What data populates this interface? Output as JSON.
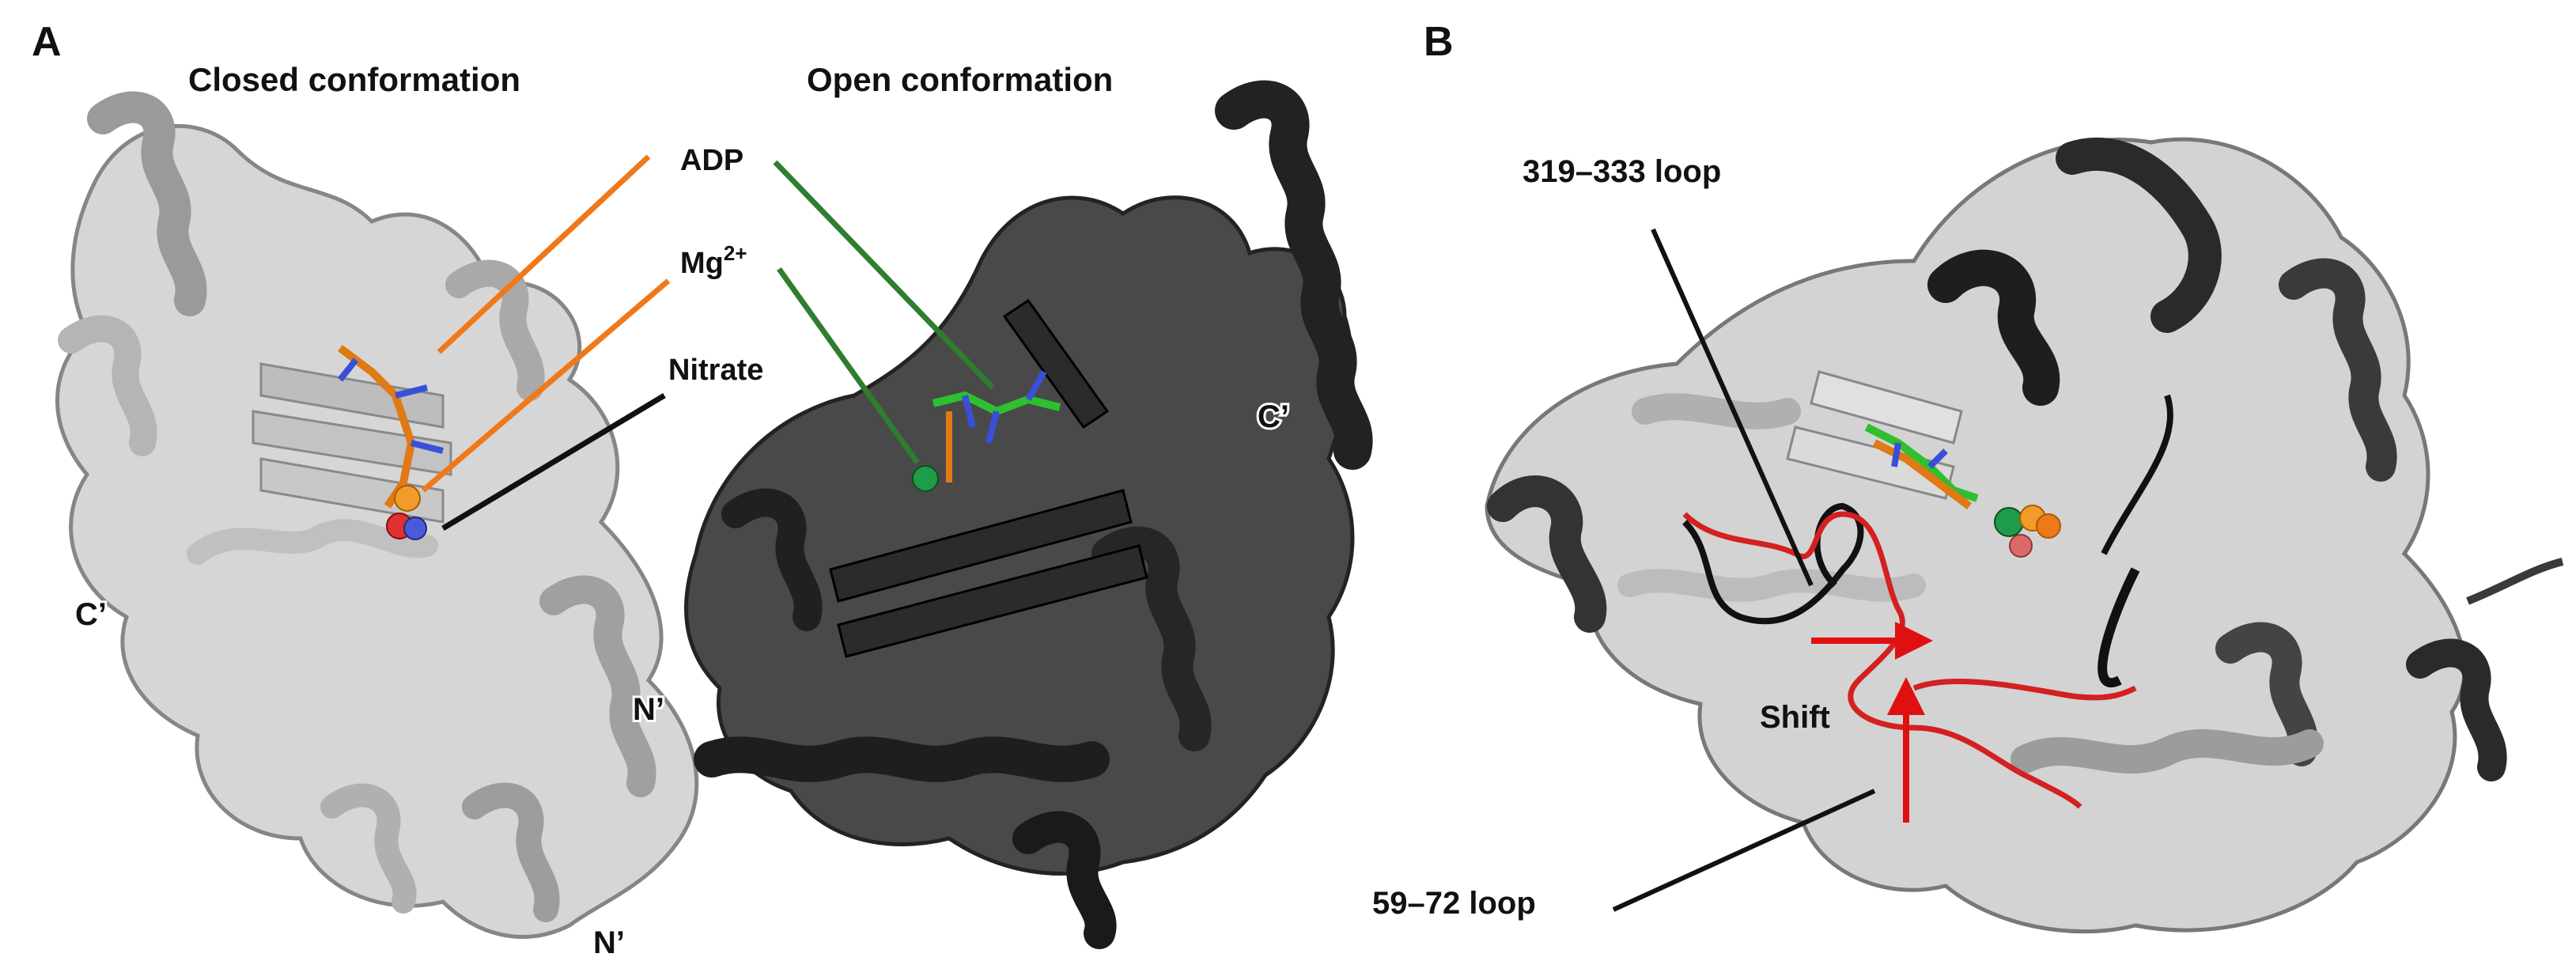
{
  "panels": [
    {
      "letter": "A",
      "titles": [
        "Closed conformation",
        "Open conformation"
      ],
      "labels": {
        "adp": "ADP",
        "mg": "Mg",
        "mg_sup": "2+",
        "nitrate": "Nitrate",
        "c_closed": "C’",
        "c_open": "C’",
        "n_open": "N’",
        "n_closed": "N’"
      }
    },
    {
      "letter": "B",
      "labels": {
        "loop_top": "319–333 loop",
        "shift": "Shift",
        "loop_bottom": "59–72 loop"
      }
    }
  ],
  "colors": {
    "closed": "#c8c8c8",
    "open": "#2a2a2a",
    "adp_leader": "#f07818",
    "mg_leader": "#2f7d2f",
    "shift_arrow": "#e01010",
    "loop_red": "#d42020"
  }
}
